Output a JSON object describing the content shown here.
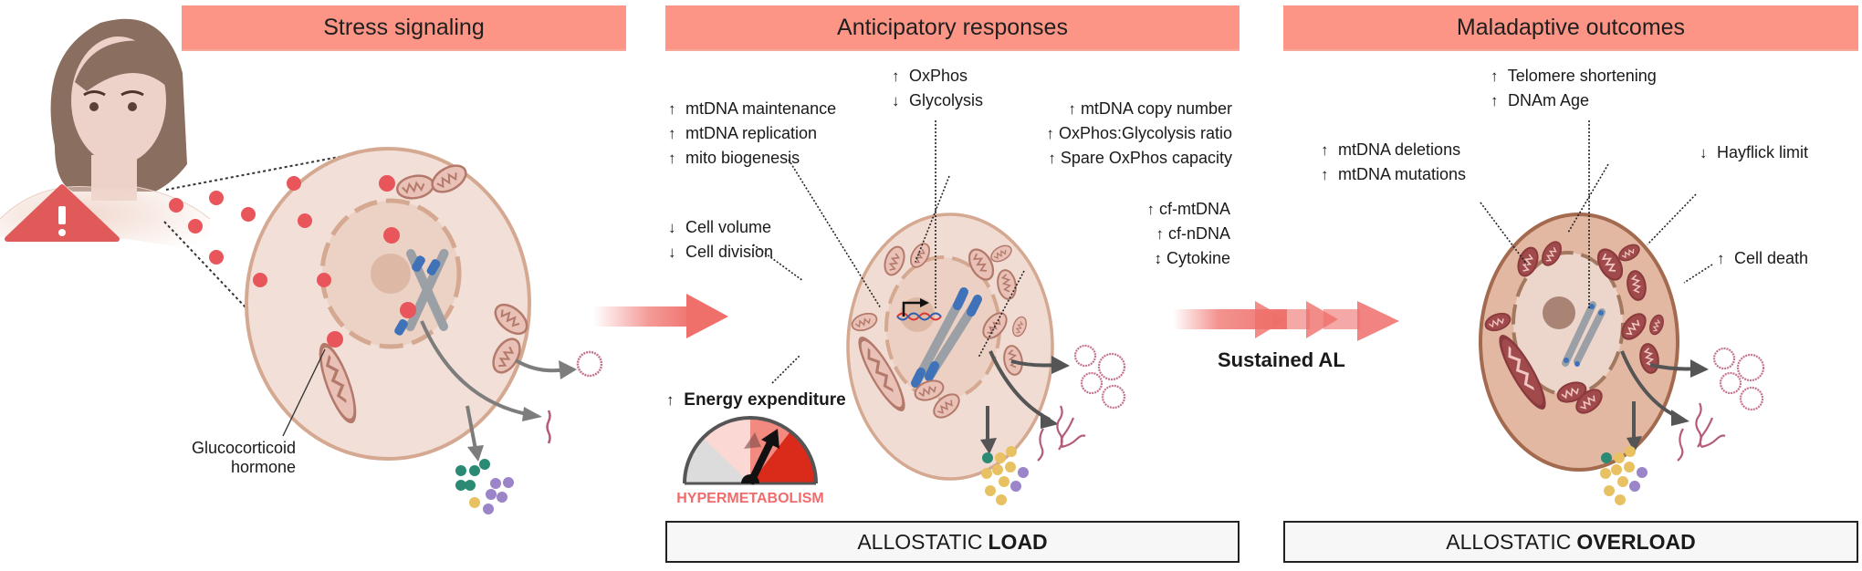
{
  "panels": [
    {
      "title": "Stress signaling",
      "annotations": {
        "hormone_label_line1": "Glucocorticoid",
        "hormone_label_line2": "hormone"
      }
    },
    {
      "title": "Anticipatory responses",
      "annotations": {
        "mito_group": [
          {
            "dir": "↑",
            "text": "mtDNA maintenance"
          },
          {
            "dir": "↑",
            "text": "mtDNA replication"
          },
          {
            "dir": "↑",
            "text": "mito biogenesis"
          }
        ],
        "metabolism_group": [
          {
            "dir": "↑",
            "text": "OxPhos"
          },
          {
            "dir": "↓",
            "text": "Glycolysis"
          }
        ],
        "copy_group": [
          {
            "dir": "↑",
            "text": "mtDNA copy number"
          },
          {
            "dir": "↑",
            "text": "OxPhos:Glycolysis ratio"
          },
          {
            "dir": "↑",
            "text": "Spare OxPhos capacity"
          }
        ],
        "cell_group": [
          {
            "dir": "↓",
            "text": "Cell volume"
          },
          {
            "dir": "↓",
            "text": "Cell division"
          }
        ],
        "cf_group": [
          {
            "dir": "↑",
            "text": "cf-mtDNA"
          },
          {
            "dir": "↑",
            "text": "cf-nDNA"
          },
          {
            "dir": "↕",
            "text": "Cytokine"
          }
        ],
        "energy": {
          "dir": "↑",
          "text": "Energy expenditure"
        },
        "gauge_label": "HYPERMETABOLISM"
      },
      "footer": {
        "prefix": "ALLOSTATIC",
        "emphasis": "LOAD"
      }
    },
    {
      "title": "Maladaptive outcomes",
      "annotations": {
        "telomere_group": [
          {
            "dir": "↑",
            "text": "Telomere shortening"
          },
          {
            "dir": "↑",
            "text": "DNAm Age"
          }
        ],
        "mtdna_group": [
          {
            "dir": "↑",
            "text": "mtDNA deletions"
          },
          {
            "dir": "↑",
            "text": "mtDNA mutations"
          }
        ],
        "hayflick": {
          "dir": "↓",
          "text": "Hayflick limit"
        },
        "death": {
          "dir": "↑",
          "text": "Cell death"
        }
      },
      "footer": {
        "prefix": "ALLOSTATIC",
        "emphasis": "OVERLOAD"
      }
    }
  ],
  "transitions": {
    "second_arrow_label": "Sustained AL"
  },
  "colors": {
    "header_fill": "#fc9585",
    "hormone_red": "#e8555a",
    "warning_red": "#e05a5a",
    "gauge_label": "#f26b6b",
    "arrow_red": "#ef6f6a"
  }
}
